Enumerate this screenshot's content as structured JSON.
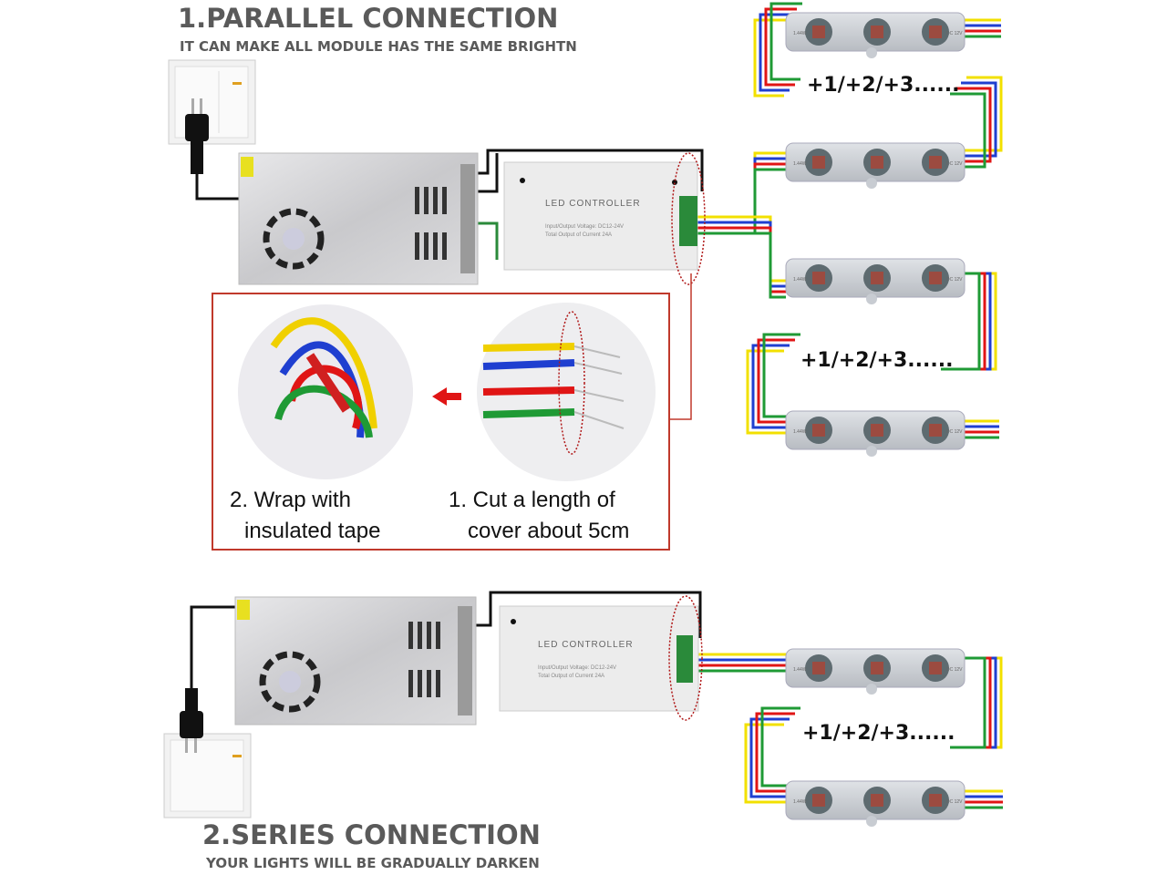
{
  "section1": {
    "title": "1.PARALLEL CONNECTION",
    "subtitle": "IT CAN MAKE ALL MODULE HAS THE SAME BRIGHTN"
  },
  "section2": {
    "title": "2.SERIES CONNECTION",
    "subtitle": "YOUR LIGHTS WILL BE GRADUALLY DARKEN"
  },
  "controller": {
    "label": "LED CONTROLLER",
    "spec1": "Input/Output Voltage: DC12-24V",
    "spec2": "Total Output of Current 24A"
  },
  "module": {
    "power": "1.44W",
    "voltage": "DC 12V"
  },
  "count_label": "+1/+2/+3......",
  "steps": {
    "step2_line1": "2. Wrap with",
    "step2_line2": "insulated tape",
    "step1_line1": "1. Cut a length of",
    "step1_line2": "cover about 5cm"
  },
  "colors": {
    "yellow": "#f2e000",
    "blue": "#1f3fd0",
    "red": "#e01515",
    "green": "#1f9a35",
    "frame": "#c0392b"
  }
}
